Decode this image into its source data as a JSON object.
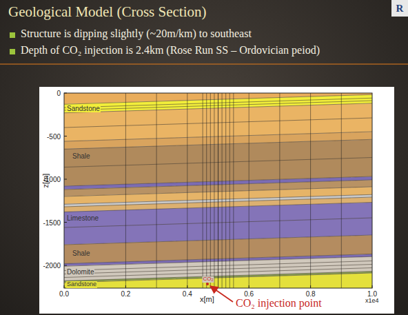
{
  "diagram": {
    "title": "Geological Model (Cross Section)",
    "labels": [
      "R",
      "Structure is dipping slightly (~20m/km) to southeast",
      "Depth of CO₂ injection is 2.4km (Rose Run SS – Ordovician peiod)",
      "0",
      "-500",
      "-1000",
      "-1500",
      "-2000",
      "z[m]",
      "0.0",
      "0.2",
      "0.4",
      "0.6",
      "0.8",
      "1.0",
      "x[m]",
      "x1e4",
      "Sandstone",
      "Shale",
      "Limestone",
      "Shale",
      "Dolomite",
      "Sandstone",
      "CO₂",
      "CO₂ injection point"
    ]
  }
}
